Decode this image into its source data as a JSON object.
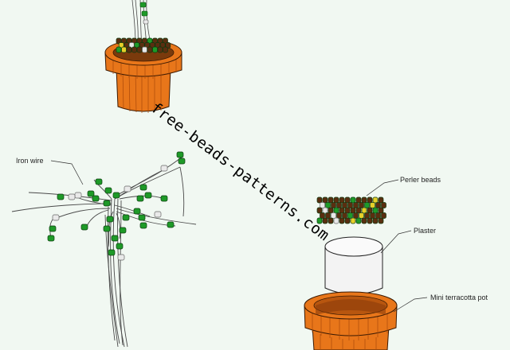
{
  "labels": {
    "iron_wire": "Iron wire",
    "perler_beads": "Perler beads",
    "plaster": "Plaster",
    "mini_terracotta_pot": "Mini terracotta pot"
  },
  "watermark": "free-beads-patterns.com",
  "colors": {
    "background": "#f1f8f2",
    "pot_orange": "#e8761a",
    "pot_dark": "#a9480a",
    "bead_green": "#1e9a28",
    "bead_white": "#e9e9e9",
    "bead_brown": "#5a2e10",
    "bead_yellow": "#e6cf2a",
    "plaster": "#f3f3f3",
    "wire": "#4a4a4a"
  }
}
